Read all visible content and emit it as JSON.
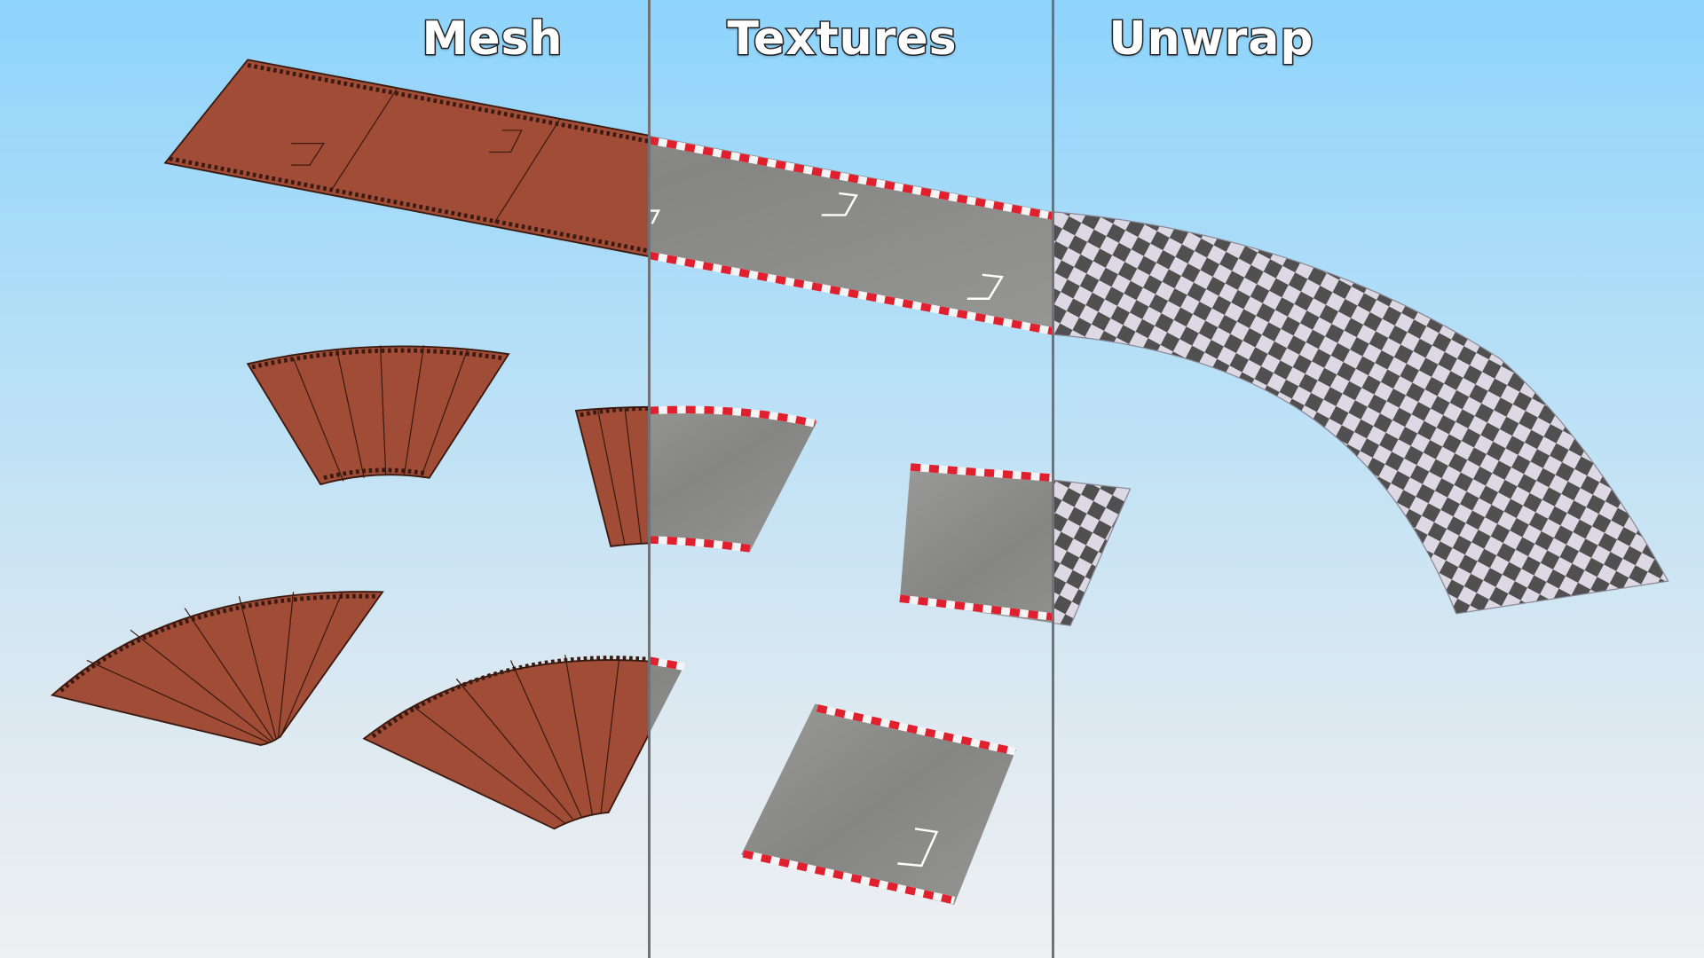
{
  "sections": [
    {
      "label": "Mesh"
    },
    {
      "label": "Textures"
    },
    {
      "label": "Unwrap"
    }
  ],
  "colors": {
    "mesh": "#a04c36",
    "mesh_line": "#3a1a10",
    "asphalt": "#8c8c8a",
    "curb_red": "#e0202e",
    "curb_white": "#f4f4f4",
    "checker_dark": "#505050",
    "checker_light": "#dcd8e4",
    "divider": "#6f7377"
  }
}
